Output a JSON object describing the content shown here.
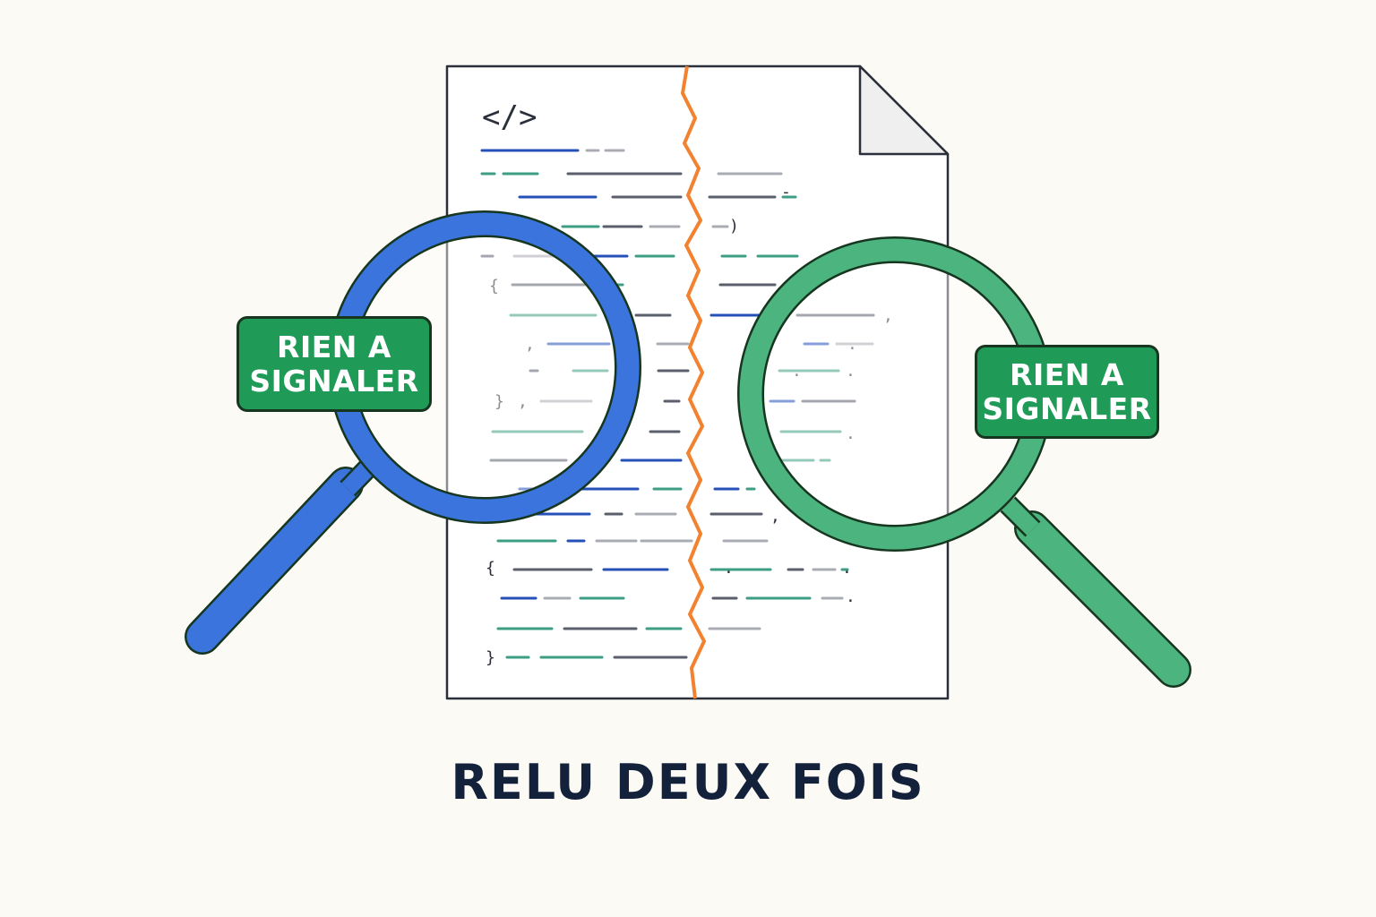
{
  "document": {
    "tag_symbol": "</>",
    "code_glyphs": [
      "{",
      ",",
      "}",
      ",",
      "{",
      "}",
      ")",
      ",",
      ",",
      ".",
      ".",
      ".",
      ".",
      ".",
      "-",
      ".",
      "."
    ]
  },
  "left_magnifier": {
    "color": "#3a74dc",
    "badge_text_line1": "RIEN A",
    "badge_text_line2": "SIGNALER"
  },
  "right_magnifier": {
    "color": "#4cb47f",
    "badge_text_line1": "RIEN A",
    "badge_text_line2": "SIGNALER"
  },
  "tear_color": "#f2822f",
  "badge_color": "#1f9a57",
  "caption": "RELU DEUX FOIS"
}
